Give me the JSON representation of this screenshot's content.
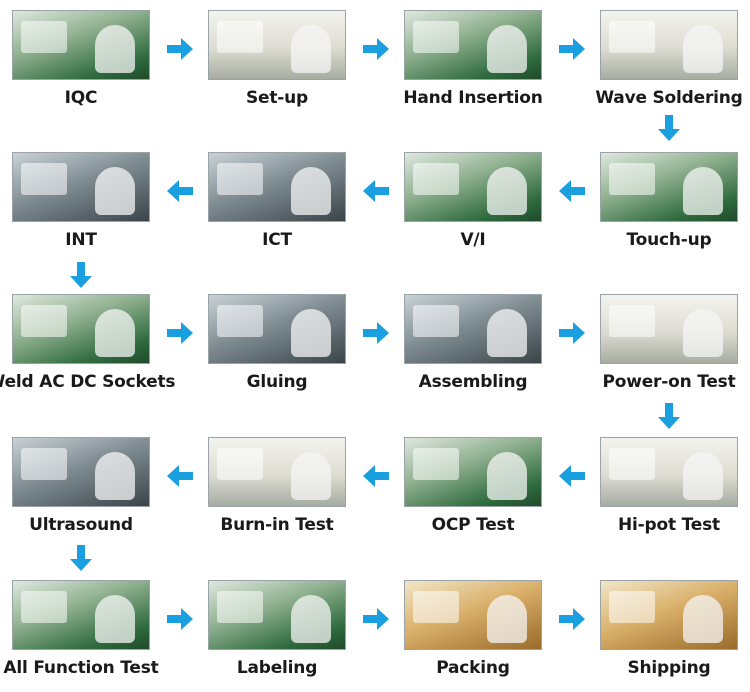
{
  "steps": [
    {
      "label": "IQC"
    },
    {
      "label": "Set-up"
    },
    {
      "label": "Hand Insertion"
    },
    {
      "label": "Wave Soldering"
    },
    {
      "label": "Touch-up"
    },
    {
      "label": "V/I"
    },
    {
      "label": "ICT"
    },
    {
      "label": "INT"
    },
    {
      "label": "Weld AC DC Sockets"
    },
    {
      "label": "Gluing"
    },
    {
      "label": "Assembling"
    },
    {
      "label": "Power-on Test"
    },
    {
      "label": "Hi-pot Test"
    },
    {
      "label": "OCP Test"
    },
    {
      "label": "Burn-in Test"
    },
    {
      "label": "Ultrasound"
    },
    {
      "label": "All Function Test"
    },
    {
      "label": "Labeling"
    },
    {
      "label": "Packing"
    },
    {
      "label": "Shipping"
    }
  ],
  "colors": {
    "arrow": "#1a9fe0",
    "label": "#1a1a1a"
  }
}
